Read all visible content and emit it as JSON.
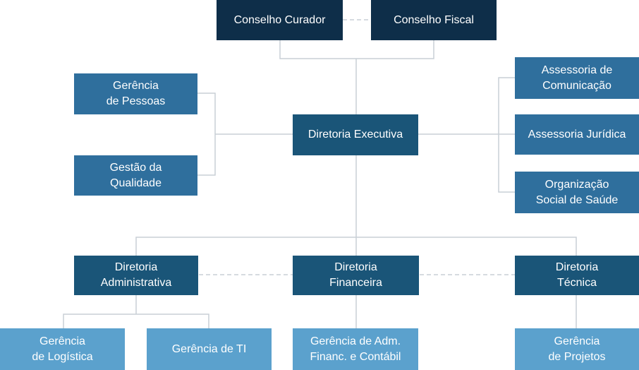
{
  "colors": {
    "top": "#0e2e49",
    "director": "#1a5578",
    "support": "#2f6f9d",
    "management": "#5ba1cd",
    "connector": "#c9cfd5"
  },
  "nodes": {
    "conselho_curador": "Conselho Curador",
    "conselho_fiscal": "Conselho Fiscal",
    "gerencia_pessoas": "Gerência\nde  Pessoas",
    "gestao_qualidade": "Gestão da\nQualidade",
    "diretoria_executiva": "Diretoria Executiva",
    "assessoria_comunicacao": "Assessoria de\nComunicação",
    "assessoria_juridica": "Assessoria Jurídica",
    "organizacao_social": "Organização\nSocial de Saúde",
    "diretoria_administrativa": "Diretoria\nAdministrativa",
    "diretoria_financeira": "Diretoria\nFinanceira",
    "diretoria_tecnica": "Diretoria\nTécnica",
    "gerencia_logistica": "Gerência\nde  Logística",
    "gerencia_ti": "Gerência de TI",
    "gerencia_adm_financ": "Gerência de Adm.\nFinanc. e Contábil",
    "gerencia_projetos": "Gerência\nde Projetos"
  }
}
